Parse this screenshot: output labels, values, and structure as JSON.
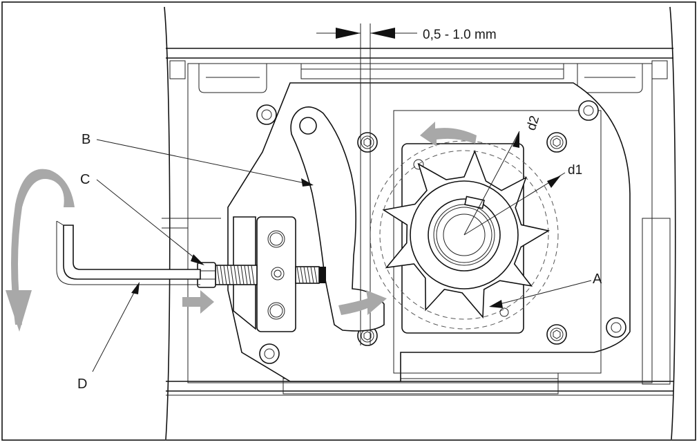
{
  "figure": {
    "clearance_label": "0,5 - 1.0 mm",
    "callouts": {
      "a": "A",
      "b": "B",
      "c": "C",
      "d": "D",
      "d1": "d1",
      "d2": "d2"
    },
    "arrow_color": "#a8a8a8"
  }
}
